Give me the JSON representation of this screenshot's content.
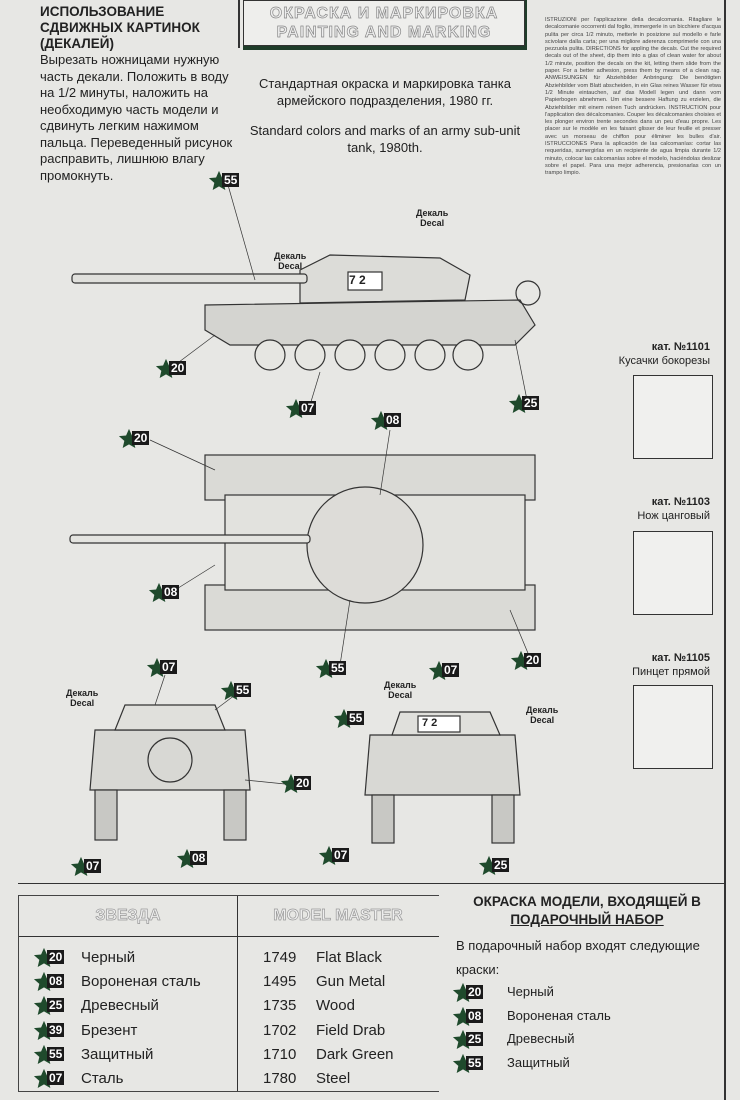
{
  "intro": {
    "heading": "ИСПОЛЬЗОВАНИЕ СДВИЖНЫХ КАРТИНОК (ДЕКАЛЕЙ)",
    "body": "Вырезать ножницами нужную часть декали. Положить в воду на 1/2 минуты, наложить на необходимую часть модели и сдвинуть легким нажимом пальца. Переведенный рисунок расправить, лишнюю влагу промокнуть."
  },
  "title": {
    "ru": "ОКРАСКА И МАРКИРОВКА",
    "en": "PAINTING AND MARKING"
  },
  "subtitle": {
    "ru": "Стандартная окраска и маркировка танка армейского подразделения, 1980 гг.",
    "en": "Standard colors and marks of an army sub-unit tank, 1980th."
  },
  "instructions": "ISTRUZIONI per l'applicazione della decalcomania. Ritagliare le decalcomanie occorrenti dal foglio, immergerle in un bicchiere d'acqua pulita per circa 1/2 minuto, metterle in posizione sul modello e farle scivolare dalla carta; per una migliore aderenza comprimerle con una pezzuola pulita. DIRECTIONS for appling the decals. Cut the required decals out of the sheet, dip them into a glas of clean water for about 1/2 minute, position the decals on the kit, letting them slide from the paper. For a better adhesion, press them by means of a clean rag. ANWEISUNGEN für Abziehbilder Anbringung: Die benötigten Abziehbilder vom Blatt abscheiden, in ein Glas reines Wasser für etwa 1/2 Minute eintauchen, auf das Modell legen und dann vom Papierbogen abnehmen. Um eine bessere Haftung zu erzielen, die Abziehbilder mit einem reinen Tuch andrücken. INSTRUCTION pour l'application des décalcomanies. Couper les décalcomanies choisies et les plonger environ trente secondes dans un peu d'eau propre. Les placer sur le modèle en les faisant glisser de leur feuille et presser avec un morseau de chiffon pour éliminer les bulles d'air. ISTRUCCIONES Para la aplicación de las calcomanías: cortar las requeridas, sumergirlas en un recipiente de agua limpia durante 1/2 minuto, colocar las calcomanías sobre el modelo, haciéndolas deslizar sobre el papel. Para una mejor adherencia, presionarlas con un trampo limpio.",
  "decal_label": {
    "ru": "Декаль",
    "en": "Decal"
  },
  "turret_number": "7 2",
  "callouts": [
    "55",
    "20",
    "07",
    "25",
    "20",
    "08",
    "08",
    "55",
    "20",
    "07",
    "55",
    "20",
    "07",
    "08",
    "07",
    "55",
    "07",
    "25"
  ],
  "tools": [
    {
      "cat": "кат. №1101",
      "name": "Кусачки бокорезы"
    },
    {
      "cat": "кат. №1103",
      "name": "Нож цанговый"
    },
    {
      "cat": "кат. №1105",
      "name": "Пинцет прямой"
    }
  ],
  "paint_table": {
    "headers": [
      "ЗВЕЗДА",
      "MODEL MASTER"
    ],
    "rows": [
      {
        "code": "20",
        "ru": "Черный",
        "mm_code": "1749",
        "mm_name": "Flat Black"
      },
      {
        "code": "08",
        "ru": "Вороненая сталь",
        "mm_code": "1495",
        "mm_name": "Gun Metal"
      },
      {
        "code": "25",
        "ru": "Древесный",
        "mm_code": "1735",
        "mm_name": "Wood"
      },
      {
        "code": "39",
        "ru": "Брезент",
        "mm_code": "1702",
        "mm_name": "Field Drab"
      },
      {
        "code": "55",
        "ru": "Защитный",
        "mm_code": "1710",
        "mm_name": "Dark Green"
      },
      {
        "code": "07",
        "ru": "Сталь",
        "mm_code": "1780",
        "mm_name": "Steel"
      }
    ]
  },
  "gift": {
    "heading1": "ОКРАСКА МОДЕЛИ, ВХОДЯЩЕЙ В",
    "heading2": "ПОДАРОЧНЫЙ НАБОР",
    "body": "В подарочный набор входят следующие краски:",
    "items": [
      {
        "code": "20",
        "name": "Черный"
      },
      {
        "code": "08",
        "name": "Вороненая сталь"
      },
      {
        "code": "25",
        "name": "Древесный"
      },
      {
        "code": "55",
        "name": "Защитный"
      }
    ]
  },
  "colors": {
    "star": "#1f4a2c",
    "paper": "#e7e7e4",
    "title_band": "#1f3d2a"
  }
}
